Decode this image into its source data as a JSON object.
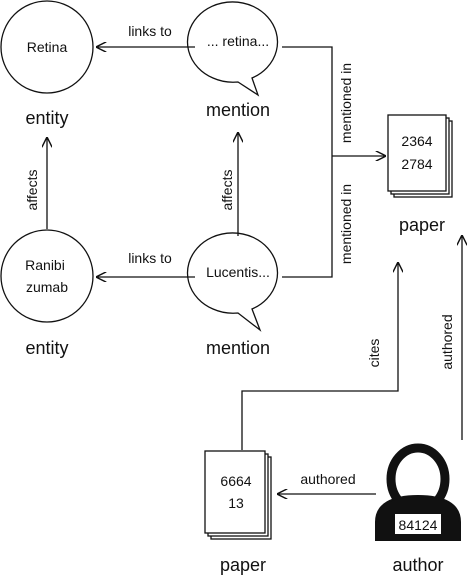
{
  "nodes": {
    "retina": {
      "text": "Retina",
      "type": "entity"
    },
    "ranibizumab": {
      "line1": "Ranibi",
      "line2": "zumab",
      "type": "entity"
    },
    "mention_retina": {
      "text": "... retina...",
      "type": "mention"
    },
    "mention_lucentis": {
      "text": "Lucentis...",
      "type": "mention"
    },
    "paper_top": {
      "line1": "2364",
      "line2": "2784",
      "type": "paper"
    },
    "paper_bottom": {
      "line1": "6664",
      "line2": "13",
      "type": "paper"
    },
    "author": {
      "id": "84124",
      "type": "author"
    }
  },
  "edges": {
    "links_to_top": "links to",
    "links_to_bottom": "links to",
    "affects_left": "affects",
    "affects_mid": "affects",
    "mentioned_in_top": "mentioned in",
    "mentioned_in_bottom": "mentioned in",
    "cites": "cites",
    "authored_horizontal": "authored",
    "authored_vertical": "authored"
  }
}
